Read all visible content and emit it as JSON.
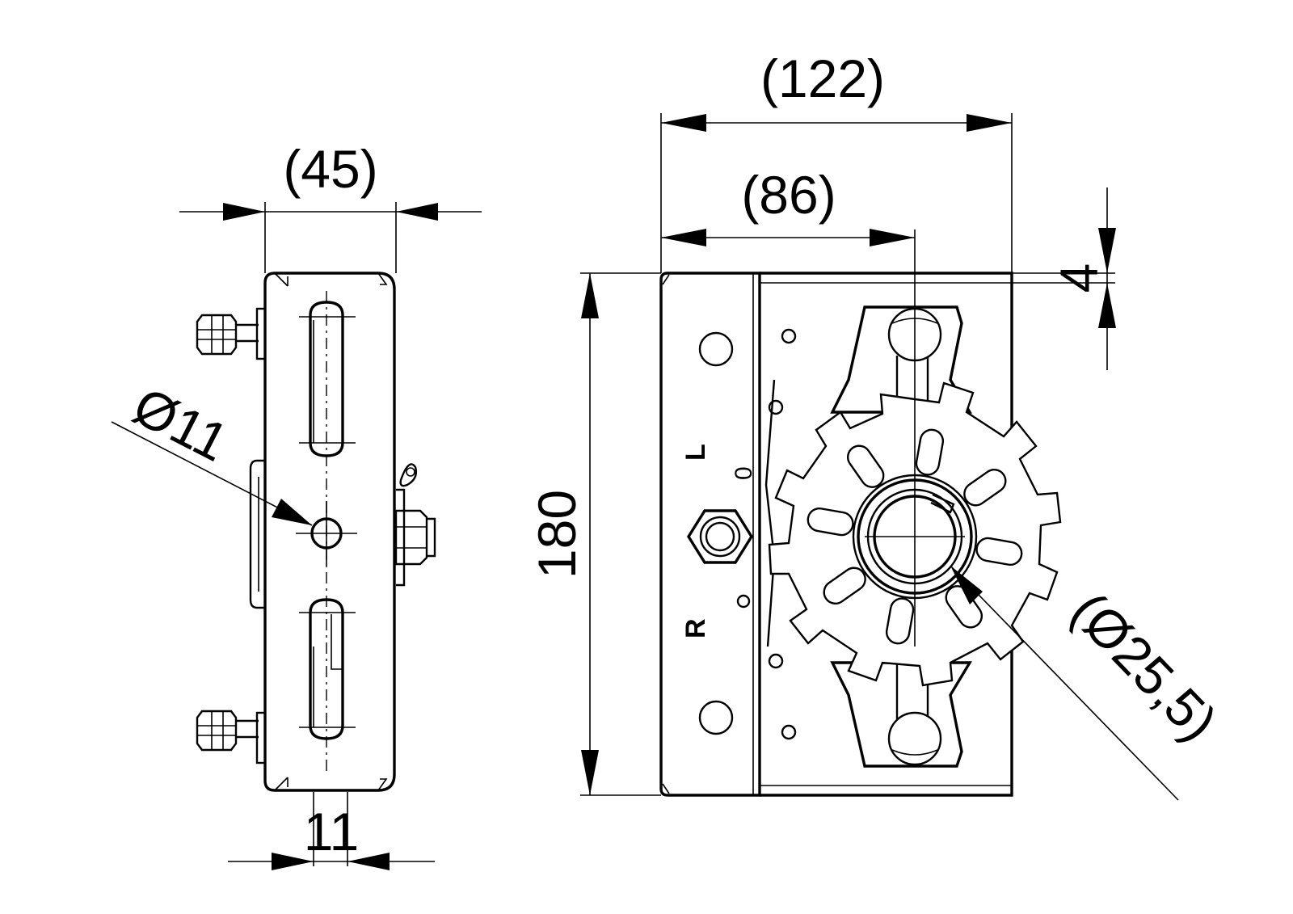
{
  "side_view": {
    "width_label": "(45)",
    "hole_label": "Ø11",
    "slot_offset_label": "11"
  },
  "front_view": {
    "overall_width_label": "(122)",
    "center_offset_label": "(86)",
    "height_label": "180",
    "flange_label": "4",
    "bore_label": "(Ø25,5)",
    "direction_left": "L",
    "direction_right": "R",
    "marker_text": "0"
  },
  "colors": {
    "line": "#000000",
    "background": "#ffffff"
  }
}
